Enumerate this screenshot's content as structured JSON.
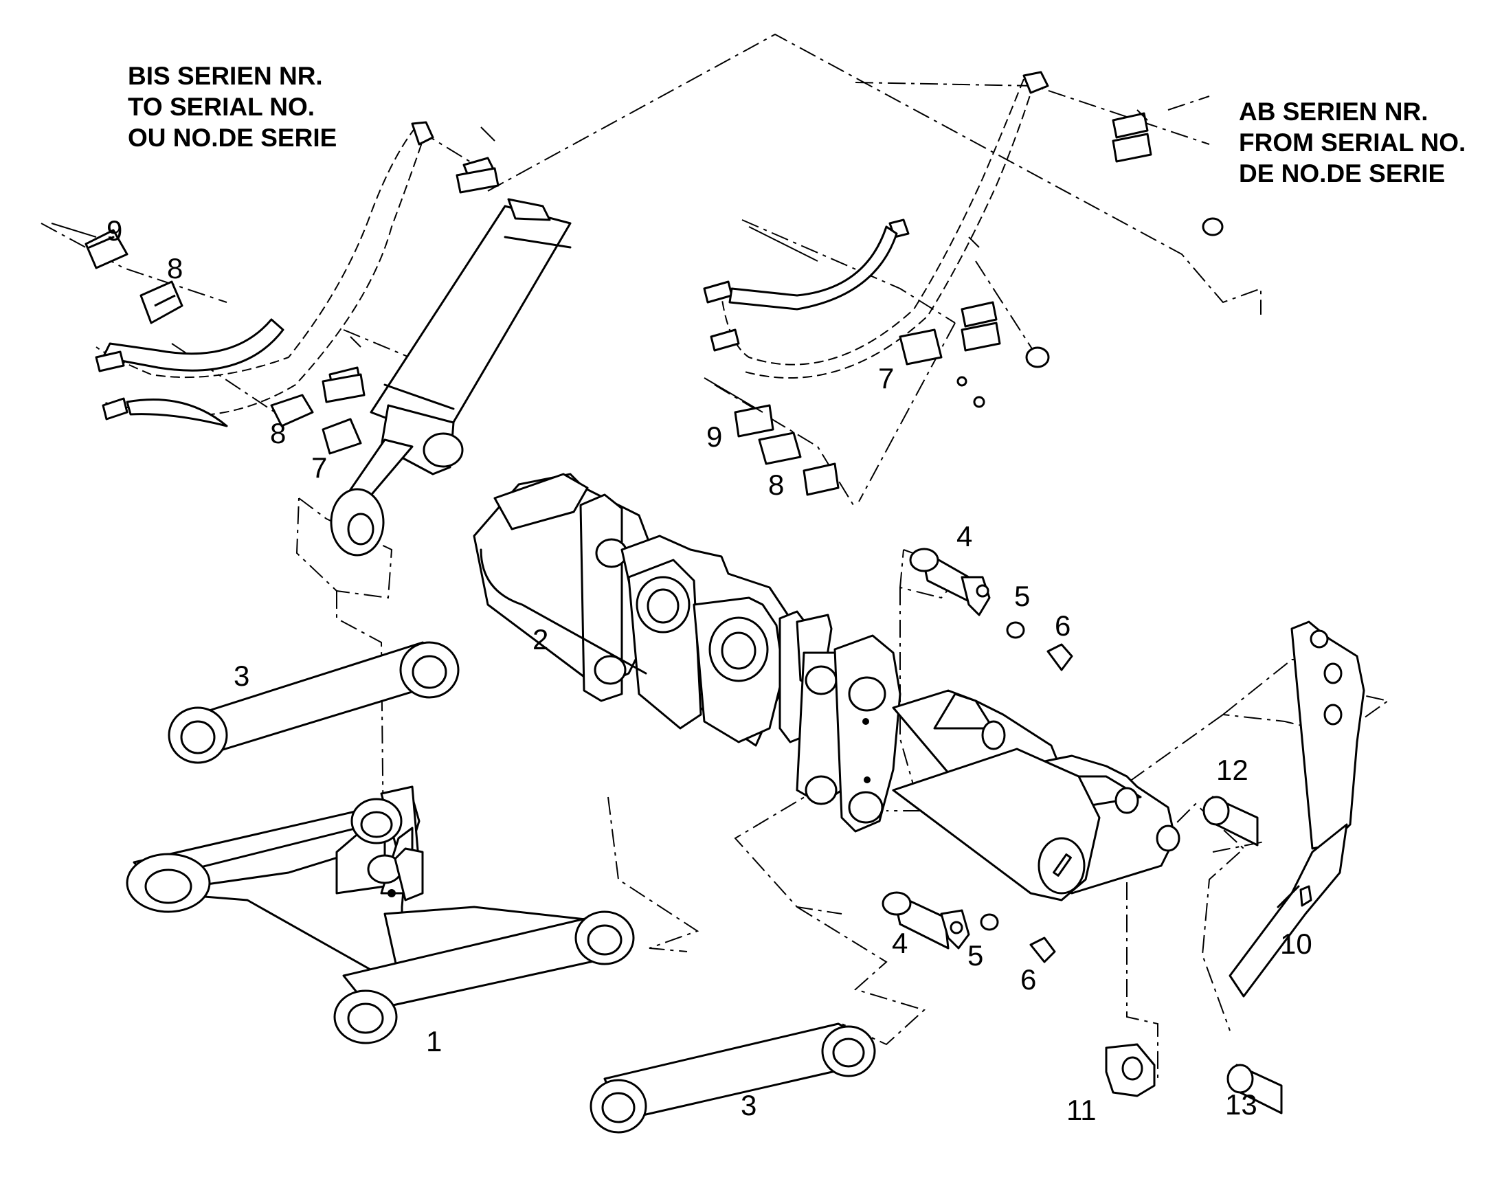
{
  "serial_notes": {
    "left": [
      "BIS SERIEN NR.",
      "TO SERIAL NO.",
      "OU NO.DE SERIE"
    ],
    "right": [
      "AB SERIEN NR.",
      "FROM SERIAL NO.",
      "DE NO.DE SERIE"
    ]
  },
  "callouts": {
    "c1": "1",
    "c2": "2",
    "c3a": "3",
    "c3b": "3",
    "c4a": "4",
    "c4b": "4",
    "c5a": "5",
    "c5b": "5",
    "c6a": "6",
    "c6b": "6",
    "c7a": "7",
    "c7b": "7",
    "c8a": "8",
    "c8b": "8",
    "c8c": "8",
    "c9a": "9",
    "c9b": "9",
    "c10": "10",
    "c11": "11",
    "c12": "12",
    "c13": "13"
  }
}
